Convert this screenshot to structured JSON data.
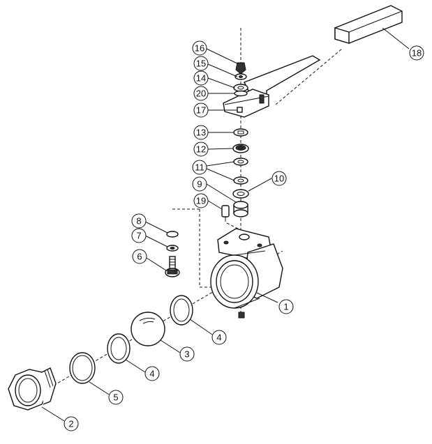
{
  "diagram": {
    "type": "exploded-parts-view",
    "callouts": [
      {
        "id": "c1",
        "label": "1"
      },
      {
        "id": "c2",
        "label": "2"
      },
      {
        "id": "c3",
        "label": "3"
      },
      {
        "id": "c4a",
        "label": "4"
      },
      {
        "id": "c4b",
        "label": "4"
      },
      {
        "id": "c5",
        "label": "5"
      },
      {
        "id": "c6",
        "label": "6"
      },
      {
        "id": "c7",
        "label": "7"
      },
      {
        "id": "c8",
        "label": "8"
      },
      {
        "id": "c9",
        "label": "9"
      },
      {
        "id": "c10",
        "label": "10"
      },
      {
        "id": "c11",
        "label": "11"
      },
      {
        "id": "c12",
        "label": "12"
      },
      {
        "id": "c13",
        "label": "13"
      },
      {
        "id": "c14",
        "label": "14"
      },
      {
        "id": "c15",
        "label": "15"
      },
      {
        "id": "c16",
        "label": "16"
      },
      {
        "id": "c17",
        "label": "17"
      },
      {
        "id": "c18",
        "label": "18"
      },
      {
        "id": "c19",
        "label": "19"
      },
      {
        "id": "c20",
        "label": "20"
      }
    ]
  }
}
